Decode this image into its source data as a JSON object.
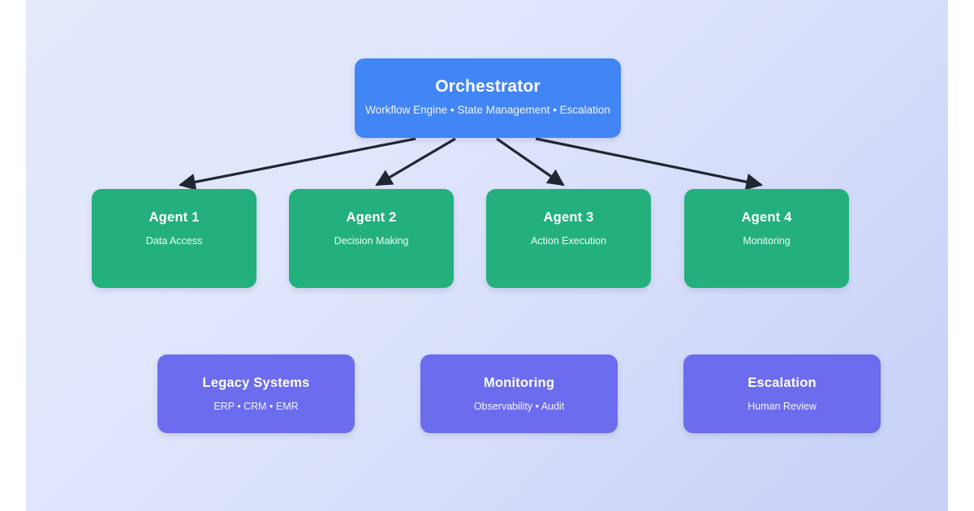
{
  "diagram": {
    "background": {
      "gradient_from": "#e4e9fc",
      "gradient_to": "#c6d0f8"
    },
    "colors": {
      "orchestrator": "#4285f4",
      "agent": "#23b07c",
      "infrastructure": "#6c6cee",
      "arrow": "#1f2733"
    },
    "orchestrator": {
      "title": "Orchestrator",
      "subtitle": "Workflow Engine • State Management • Escalation"
    },
    "agents": [
      {
        "title": "Agent 1",
        "subtitle": "Data Access"
      },
      {
        "title": "Agent 2",
        "subtitle": "Decision Making"
      },
      {
        "title": "Agent 3",
        "subtitle": "Action Execution"
      },
      {
        "title": "Agent 4",
        "subtitle": "Monitoring"
      }
    ],
    "infrastructure": [
      {
        "title": "Legacy Systems",
        "subtitle": "ERP • CRM • EMR"
      },
      {
        "title": "Monitoring",
        "subtitle": "Observability • Audit"
      },
      {
        "title": "Escalation",
        "subtitle": "Human Review"
      }
    ],
    "connectors": [
      {
        "from": "orchestrator",
        "to": "agent-1"
      },
      {
        "from": "orchestrator",
        "to": "agent-2"
      },
      {
        "from": "orchestrator",
        "to": "agent-3"
      },
      {
        "from": "orchestrator",
        "to": "agent-4"
      }
    ]
  }
}
